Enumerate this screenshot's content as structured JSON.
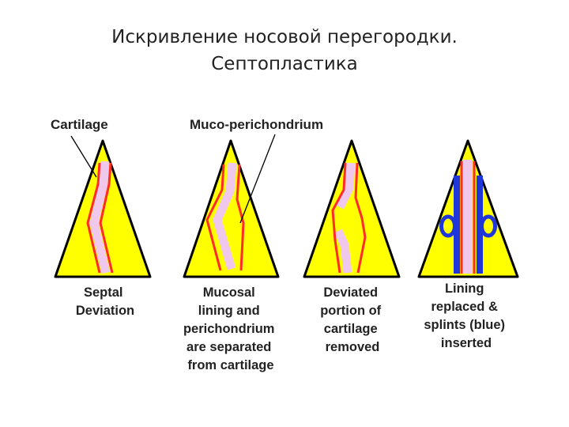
{
  "slide": {
    "title_line1": "Искривление носовой перегородки.",
    "title_line2": "Септопластика"
  },
  "diagram": {
    "labels": {
      "cartilage": "Cartilage",
      "muco_perichondrium": "Muco-perichondrium"
    },
    "panels": [
      {
        "caption": [
          "Septal",
          "Deviation"
        ]
      },
      {
        "caption": [
          "Mucosal",
          "lining and",
          "perichondrium",
          "are separated",
          "from cartilage"
        ]
      },
      {
        "caption": [
          "Deviated",
          "portion of",
          "cartilage",
          "removed"
        ]
      },
      {
        "caption": [
          "Lining",
          "replaced &",
          "splints (blue)",
          "inserted"
        ]
      }
    ],
    "colors": {
      "triangle_fill": "#ffff00",
      "outline": "#000000",
      "lining": "#ff2a2a",
      "cartilage": "#f0c8ec",
      "splint": "#2036d8"
    }
  }
}
